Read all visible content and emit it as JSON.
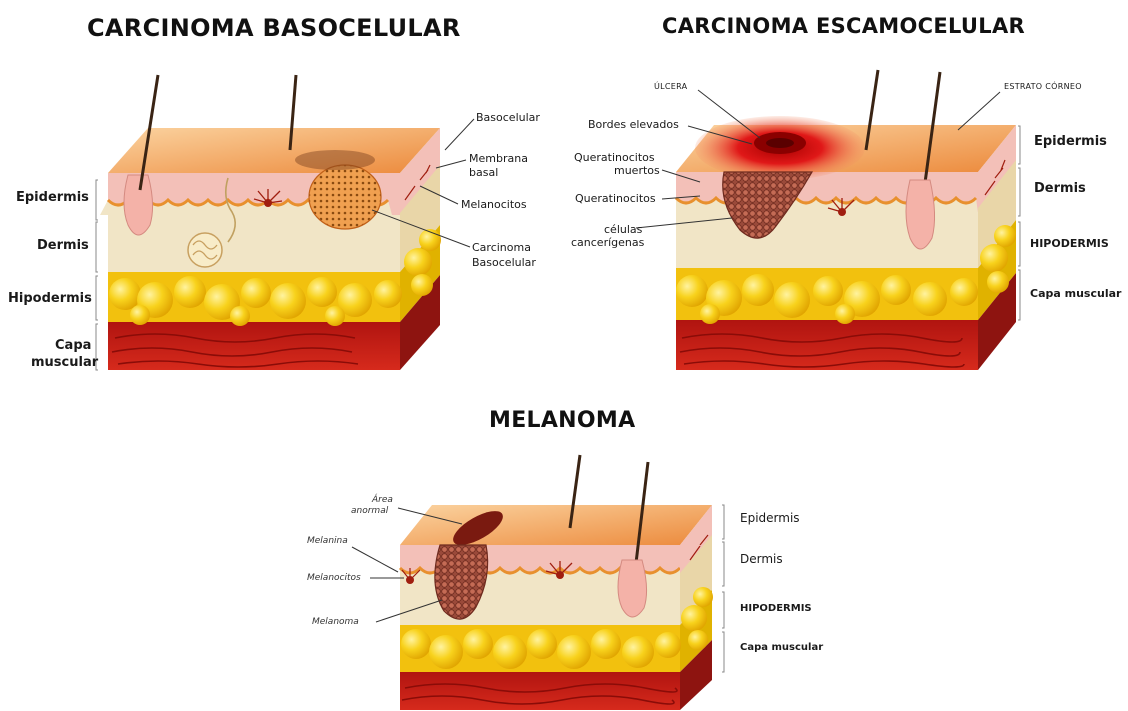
{
  "panels": {
    "basal": {
      "title": "CARCINOMA BASOCELULAR",
      "layers": {
        "epidermis": "Epidermis",
        "dermis": "Dermis",
        "hipodermis": "Hipodermis",
        "capa_l1": "Capa",
        "capa_l2": "muscular"
      },
      "callouts": {
        "basocelular": "Basocelular",
        "membrana_l1": "Membrana",
        "membrana_l2": "basal",
        "melanocitos": "Melanocitos",
        "carcinoma_l1": "Carcinoma",
        "carcinoma_l2": "Basocelular"
      }
    },
    "squamous": {
      "title": "CARCINOMA ESCAMOCELULAR",
      "layers": {
        "epidermis": "Epidermis",
        "dermis": "Dermis",
        "hipodermis": "HIPODERMIS",
        "capa": "Capa muscular"
      },
      "callouts": {
        "ulcera": "ÚLCERA",
        "estrato": "ESTRATO CÓRNEO",
        "bordes": "Bordes elevados",
        "muertos_l1": "Queratinocitos",
        "muertos_l2": "muertos",
        "queratinocitos": "Queratinocitos",
        "celulas_l1": "células",
        "celulas_l2": "cancerígenas"
      }
    },
    "melanoma": {
      "title": "MELANOMA",
      "layers": {
        "epidermis": "Epidermis",
        "dermis": "Dermis",
        "hipodermis": "HIPODERMIS",
        "capa": "Capa muscular"
      },
      "callouts": {
        "area_l1": "Área",
        "area_l2": "anormal",
        "melanina": "Melanina",
        "melanocitos": "Melanocitos",
        "melanoma": "Melanoma"
      }
    }
  },
  "colors": {
    "epidermis": "#f2b6b0",
    "dermis": "#f3e6c4",
    "fat": "#f6c915",
    "muscle": "#c81e14",
    "top": "#f4a25a"
  }
}
